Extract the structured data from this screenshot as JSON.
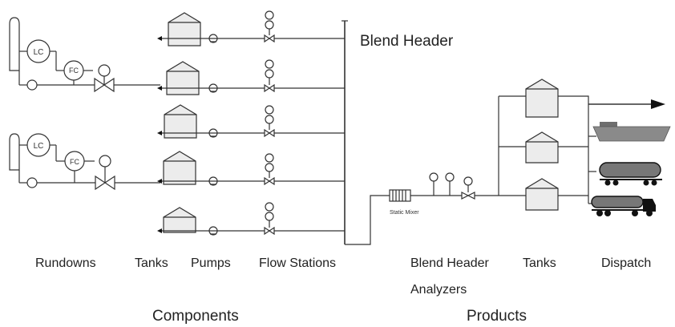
{
  "title": "Blend Header",
  "columns": {
    "rundowns": "Rundowns",
    "tanks_left": "Tanks",
    "pumps": "Pumps",
    "flow_stations": "Flow Stations",
    "blend_header": "Blend Header",
    "analyzers": "Analyzers",
    "tanks_right": "Tanks",
    "dispatch": "Dispatch"
  },
  "groups": {
    "components": "Components",
    "products": "Products"
  },
  "instruments": {
    "lc": "LC",
    "fc": "FC",
    "mixer": "Static Mixer"
  },
  "colors": {
    "line": "#333333",
    "tank_fill": "#ececec",
    "ship": "#8a8a8a",
    "truck": "#111111"
  }
}
